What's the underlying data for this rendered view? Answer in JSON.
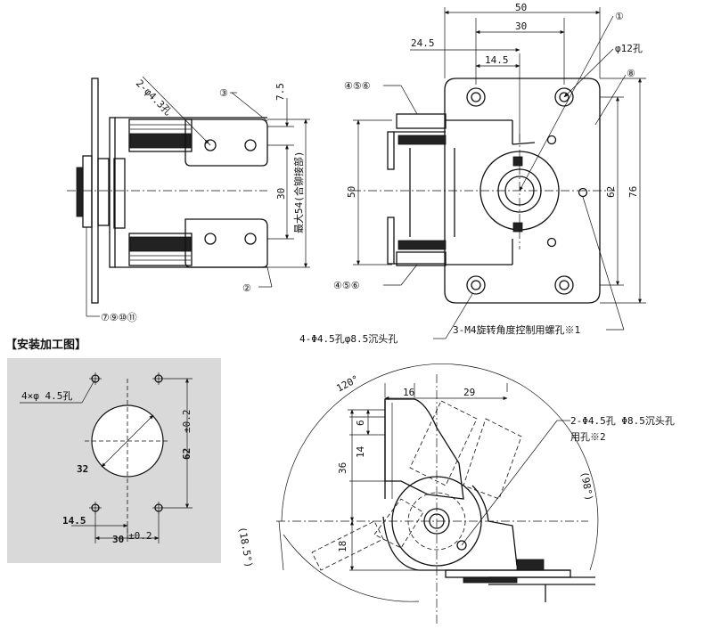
{
  "top_left": {
    "hole_callout": "2-φ4.3孔",
    "part3": "③",
    "dim_7_5": "7.5",
    "dim_30": "30",
    "max54": "最大54(合铆接部)",
    "part2": "②",
    "parts_7_9_10_11": "⑦⑨⑩⑪"
  },
  "top_right": {
    "dim_50_top": "50",
    "dim_30_top": "30",
    "dim_24_5": "24.5",
    "dim_14_5_top": "14.5",
    "part1": "①",
    "phi12": "φ12孔",
    "part8": "⑧",
    "parts_456_top": "④⑤⑥",
    "parts_456_bot": "④⑤⑥",
    "dim_50_left": "50",
    "dim_62": "62",
    "dim_76": "76",
    "callout_4holes": "4-Φ4.5孔φ8.5沉头孔",
    "callout_m4": "3-M4旋转角度控制用螺孔※1"
  },
  "install": {
    "title": "【安装加工图】",
    "holes": "4×φ 4.5孔",
    "dia32": "32",
    "dim_62": "62",
    "tol_62": "±0.2",
    "dim_14_5": "14.5",
    "dim_30": "30",
    "tol_30": "±0.2"
  },
  "bottom_right": {
    "angle_120": "120°",
    "dim_16": "16",
    "dim_29": "29",
    "dim_6": "6",
    "dim_14": "14",
    "dim_36": "36",
    "dim_18": "18",
    "angle_18_5": "(18.5°)",
    "angle_98": "(98°)",
    "callout_hole_line1": "2-Φ4.5孔 Φ8.5沉头孔",
    "callout_hole_line2": "用孔※2"
  }
}
